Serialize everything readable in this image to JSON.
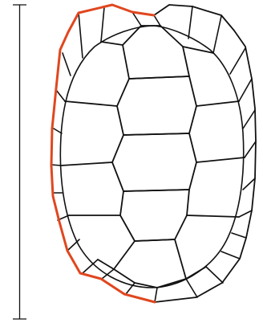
{
  "diagram": {
    "subject": "tortoise-carapace-dorsal-view",
    "colors": {
      "background": "#ffffff",
      "outline": "#111111",
      "highlight": "#e0471f"
    },
    "scute_groups": {
      "vertebral": 5,
      "costal_per_side": 4,
      "marginal_per_side": 11,
      "nuchal": 1
    },
    "highlighted_region": "left-marginal-scute-edge"
  }
}
